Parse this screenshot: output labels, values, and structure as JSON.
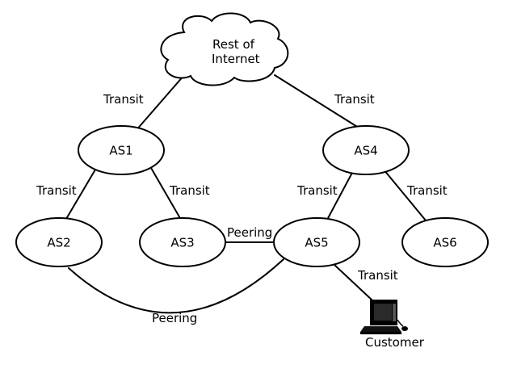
{
  "cloud": {
    "line1": "Rest of",
    "line2": "Internet"
  },
  "nodes": {
    "as1": "AS1",
    "as2": "AS2",
    "as3": "AS3",
    "as4": "AS4",
    "as5": "AS5",
    "as6": "AS6"
  },
  "links": {
    "internet_as1": "Transit",
    "internet_as4": "Transit",
    "as1_as2": "Transit",
    "as1_as3": "Transit",
    "as4_as5": "Transit",
    "as4_as6": "Transit",
    "as3_as5": "Peering",
    "as2_as5": "Peering",
    "as5_customer": "Transit"
  },
  "customer": {
    "label": "Customer",
    "icon": "computer-icon"
  }
}
